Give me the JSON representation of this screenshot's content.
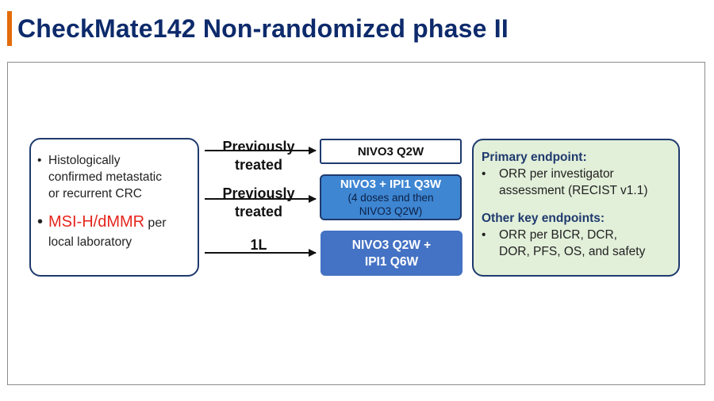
{
  "title": "CheckMate142 Non-randomized phase II",
  "criteria": {
    "item1": "Histologically confirmed metastatic or recurrent CRC",
    "item1_lines": [
      "Histologically",
      "confirmed metastatic",
      "or recurrent CRC"
    ],
    "item2_highlight": "MSI-H/dMMR",
    "item2_suffix": "per",
    "item2_line2": "local laboratory",
    "bullet": "•"
  },
  "cohorts": [
    {
      "label_line1": "Previously",
      "label_line2": "treated",
      "arm": "NIVO3 Q2W"
    },
    {
      "label_line1": "Previously",
      "label_line2": "treated",
      "arm": "NIVO3 + IPI1 Q3W",
      "arm_sub_line1": "(4 doses and then",
      "arm_sub_line2": "NIVO3 Q2W)"
    },
    {
      "label_line1": "1L",
      "arm_line1": "NIVO3 Q2W +",
      "arm_line2": "IPI1 Q6W"
    }
  ],
  "endpoints": {
    "primary_heading": "Primary endpoint:",
    "primary_items": [
      {
        "line1": "ORR per investigator",
        "line2": "assessment (RECIST v1.1)"
      }
    ],
    "other_heading": "Other key endpoints:",
    "other_items": [
      {
        "line1": "ORR per BICR, DCR,",
        "line2": "DOR, PFS, OS, and safety"
      }
    ],
    "bullet": "•"
  },
  "colors": {
    "title": "#0d2a6b",
    "accent_bar": "#e36c0a",
    "msi_red": "#e5261c",
    "arm2_fill": "#3e86d2",
    "arm3_fill": "#4472c4",
    "endpoint_fill": "#e2efd9",
    "border": "#1f3a6e"
  }
}
